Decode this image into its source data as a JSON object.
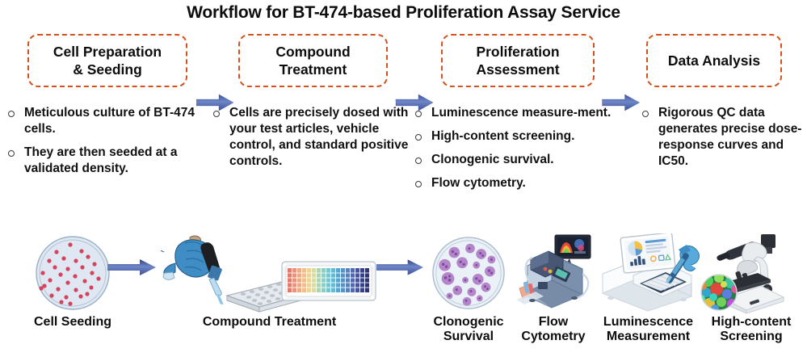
{
  "title": "Workflow for BT-474-based Proliferation Assay Service",
  "theme": {
    "dashed_border": "#d2521f",
    "arrow_blue": "#4a66ad",
    "arrow_blue_light": "#8ea3d4",
    "text": "#0d0d0d",
    "background": "#ffffff"
  },
  "stages": [
    {
      "label": "Cell Preparation\n& Seeding"
    },
    {
      "label": "Compound\nTreatment"
    },
    {
      "label": "Proliferation\nAssessment"
    },
    {
      "label": "Data Analysis"
    }
  ],
  "arrows": [
    {
      "name": "stage-arrow-1"
    },
    {
      "name": "stage-arrow-2"
    },
    {
      "name": "stage-arrow-3"
    }
  ],
  "bullet_columns": [
    {
      "items": [
        "Meticulous culture of BT-474 cells.",
        "They are then seeded at a validated density."
      ]
    },
    {
      "items": [
        "Cells are precisely dosed with your test articles, vehicle control, and standard positive controls."
      ]
    },
    {
      "items": [
        "Luminescence measure-ment.",
        "High-content screening.",
        "Clonogenic survival.",
        "Flow cytometry."
      ]
    },
    {
      "items": [
        "Rigorous QC data generates precise dose-response curves and IC50."
      ]
    }
  ],
  "illustrations": [
    {
      "caption": "Cell Seeding",
      "icon": "petri-dish-cells-icon"
    },
    {
      "caption": "Compound Treatment",
      "icon": "pipette-microplate-icon"
    },
    {
      "caption": "Clonogenic\nSurvival",
      "icon": "petri-dish-colonies-icon"
    },
    {
      "caption": "Flow\nCytometry",
      "icon": "flow-cytometer-icon"
    },
    {
      "caption": "Luminescence\nMeasurement",
      "icon": "plate-reader-icon"
    },
    {
      "caption": "High-content\nScreening",
      "icon": "microscope-icon"
    }
  ],
  "illustration_arrows": [
    {
      "name": "illustration-arrow-1"
    },
    {
      "name": "illustration-arrow-2"
    }
  ]
}
